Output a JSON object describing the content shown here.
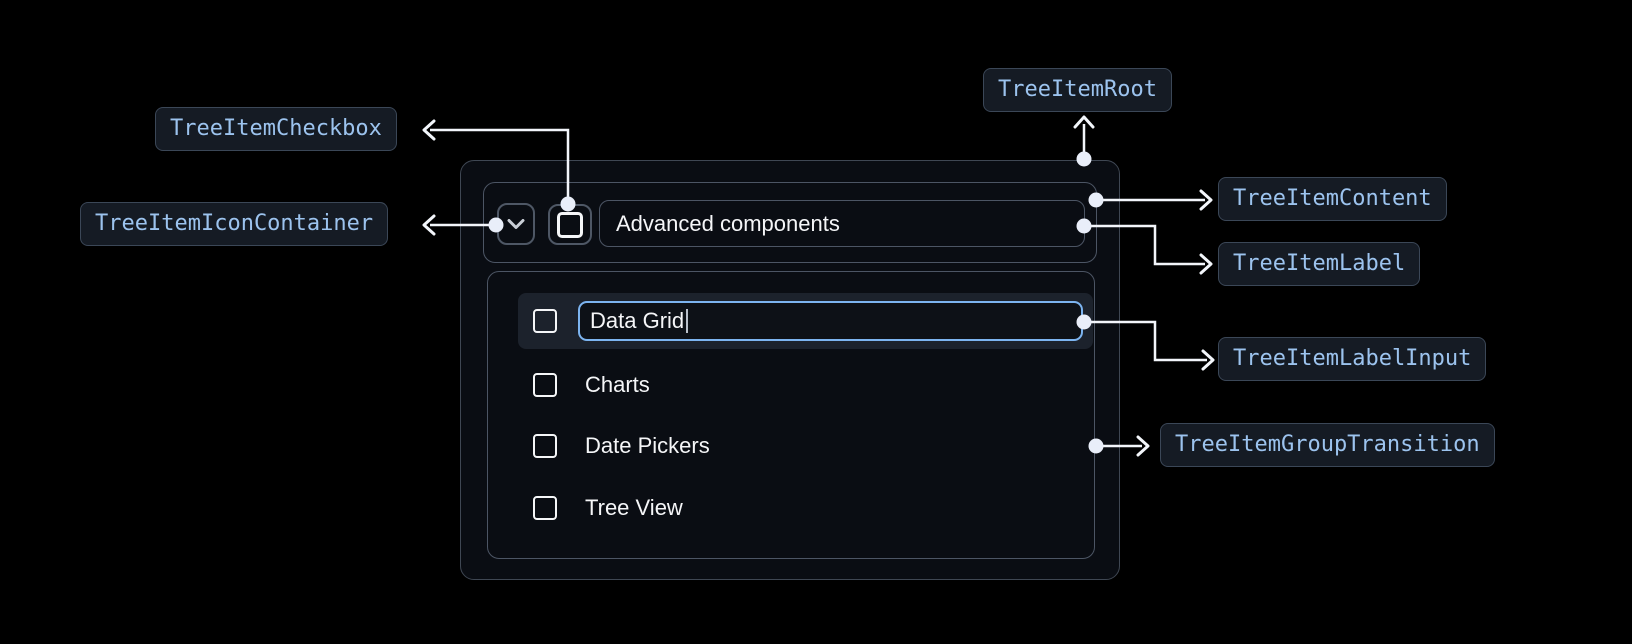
{
  "annotations": {
    "root": {
      "label": "TreeItemRoot"
    },
    "checkbox": {
      "label": "TreeItemCheckbox"
    },
    "icon_container": {
      "label": "TreeItemIconContainer"
    },
    "content": {
      "label": "TreeItemContent"
    },
    "label": {
      "label": "TreeItemLabel"
    },
    "label_input": {
      "label": "TreeItemLabelInput"
    },
    "group_transition": {
      "label": "TreeItemGroupTransition"
    }
  },
  "tree": {
    "parent": {
      "label": "Advanced components",
      "expanded": true,
      "checked": false
    },
    "editing_item": {
      "value": "Data Grid",
      "editing": true,
      "checked": false
    },
    "children": [
      {
        "label": "Charts",
        "checked": false
      },
      {
        "label": "Date Pickers",
        "checked": false
      },
      {
        "label": "Tree View",
        "checked": false
      }
    ]
  },
  "icons": {
    "expand": "chevron-down-icon",
    "parent_checkbox": "checkbox-unchecked-icon",
    "child_checkbox": "checkbox-unchecked-icon"
  },
  "colors": {
    "bg": "#000000",
    "box_bg": "#0a0d13",
    "border_strong": "#3f4753",
    "border": "#4c5564",
    "btn_border": "#4e5765",
    "row_bg": "#1c222c",
    "input_border": "#7cb4f0",
    "input_bg": "#0d1117",
    "badge_bg": "#151b24",
    "badge_border": "#3b4757",
    "badge_text": "#9cc3ee",
    "text": "#f5f6f8",
    "muted": "#c9ced6",
    "connector": "#f3f6fb",
    "dot": "#e9eef9",
    "caret": "#b9c0ca"
  }
}
